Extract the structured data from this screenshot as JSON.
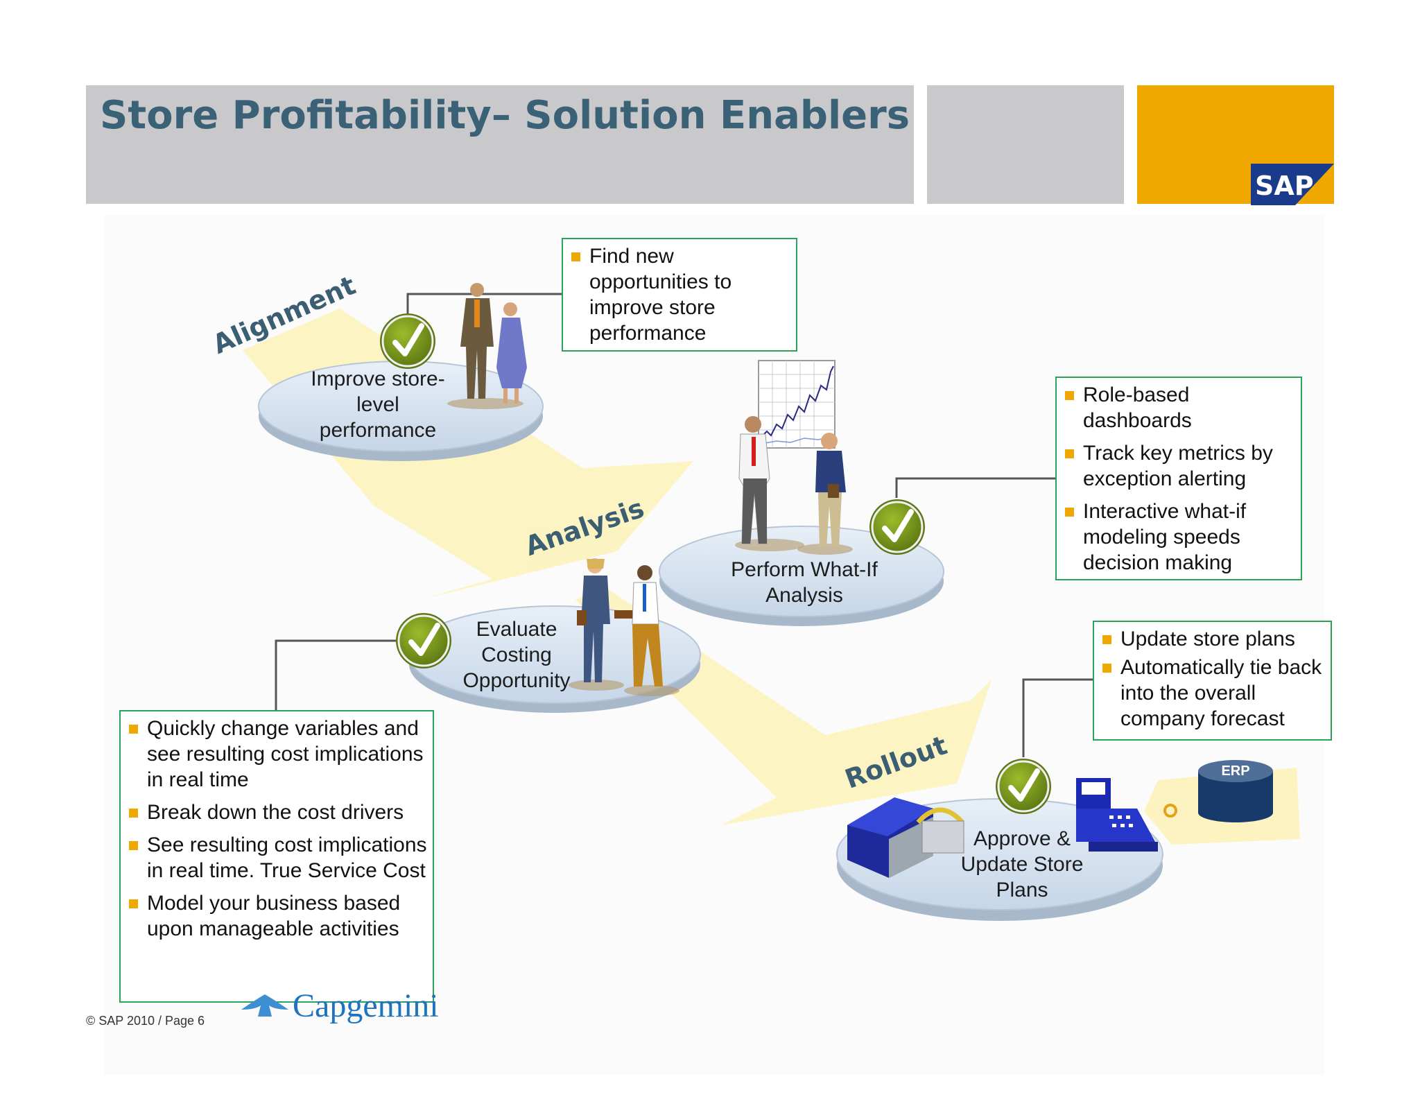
{
  "title": "Store Profitability– Solution Enablers",
  "logo_text": "SAP",
  "stages": {
    "alignment": "Alignment",
    "analysis": "Analysis",
    "rollout": "Rollout"
  },
  "steps": [
    {
      "label": "Improve store-\nlevel\nperformance"
    },
    {
      "label": "Perform What-If\nAnalysis"
    },
    {
      "label": "Evaluate\nCosting\nOpportunity"
    },
    {
      "label": "Approve &\nUpdate Store\nPlans"
    }
  ],
  "boxes": {
    "find": [
      "Find new opportunities to improve store performance"
    ],
    "role": [
      "Role-based dashboards",
      "Track key metrics by exception alerting",
      "Interactive what-if modeling speeds decision making"
    ],
    "update": [
      "Update store plans",
      "Automatically tie back into the overall company forecast"
    ],
    "quick": [
      "Quickly change variables and see resulting cost implications in real time",
      "Break down the cost drivers",
      "See resulting cost implications in real time. True Service Cost",
      "Model your business based upon manageable activities"
    ]
  },
  "erp_label": "ERP",
  "footer": {
    "copyright": "© SAP 2010 / Page 6",
    "partner": "Capgemini"
  },
  "colors": {
    "title": "#3b6177",
    "header_gray": "#c9c9cb",
    "sap_gold": "#efa800",
    "box_border": "#2aa25a",
    "check_green": "#7a9a1e",
    "arrow_yellow": "#fdf3c1",
    "platter": "#d4e1ef"
  },
  "icons": [
    "check-icon",
    "people-icon",
    "chart-icon",
    "cash-register-icon",
    "database-icon",
    "printer-icon"
  ]
}
